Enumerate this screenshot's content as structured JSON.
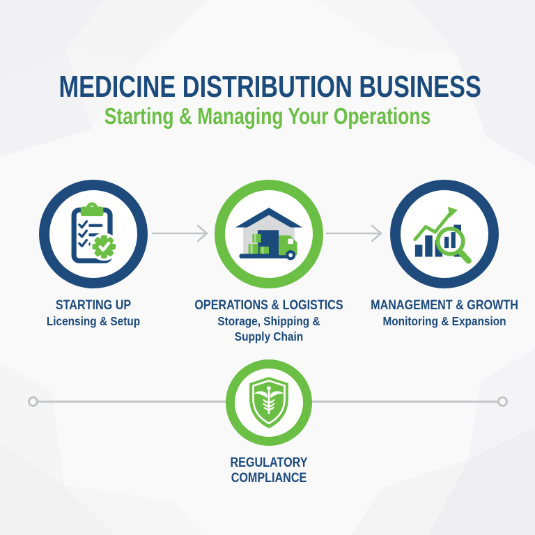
{
  "header": {
    "title": "MEDICINE DISTRIBUTION BUSINESS",
    "subtitle": "Starting & Managing Your Operations"
  },
  "steps": [
    {
      "title": "STARTING UP",
      "subtitle_lines": [
        "Licensing & Setup"
      ],
      "icon": "clipboard-checklist-icon",
      "ring_color": "#1e4a7c"
    },
    {
      "title": "OPERATIONS & LOGISTICS",
      "subtitle_lines": [
        "Storage, Shipping &",
        "Supply Chain"
      ],
      "icon": "warehouse-truck-icon",
      "ring_color": "#6bbf44"
    },
    {
      "title": "MANAGEMENT & GROWTH",
      "subtitle_lines": [
        "Monitoring & Expansion"
      ],
      "icon": "growth-chart-magnifier-icon",
      "ring_color": "#1e4a7c"
    }
  ],
  "compliance_step": {
    "title_lines": [
      "REGULATORY",
      "COMPLIANCE"
    ],
    "icon": "shield-caduceus-icon",
    "ring_color": "#6bbf44"
  },
  "colors": {
    "navy": "#1b4a7d",
    "green": "#6bbf44",
    "connector_gray": "#c2c4c6",
    "background": "#f9f9fa"
  }
}
